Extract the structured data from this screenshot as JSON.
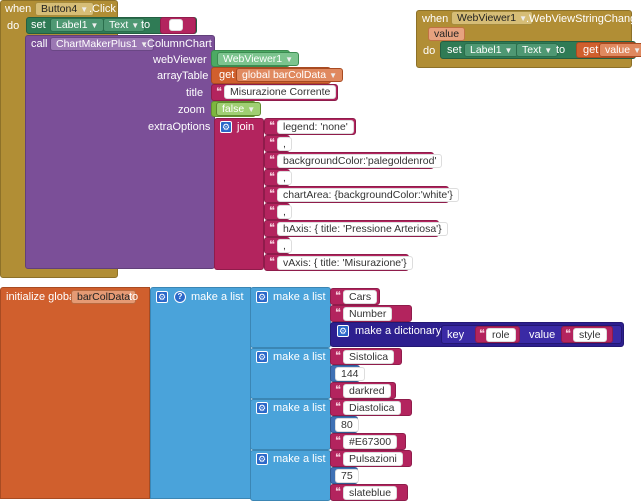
{
  "event_click": {
    "when": "when",
    "component": "Button4",
    "event": ".Click",
    "do": "do",
    "set": "set",
    "label_comp": "Label1",
    "property": "Text",
    "to": "to",
    "call": "call",
    "chart_comp": "ChartMakerPlus1",
    "method": ".ColumnChart",
    "params": {
      "webViewer_label": "webViewer",
      "webViewer_value": "WebViewer1",
      "arrayTable_label": "arrayTable",
      "get": "get",
      "arrayTable_value": "global barColData",
      "title_label": "title",
      "title_value": "Misurazione Corrente",
      "zoom_label": "zoom",
      "zoom_value": "false",
      "extraOptions_label": "extraOptions",
      "join": "join"
    },
    "join_items": [
      "legend: 'none'",
      ",",
      "backgroundColor:'palegoldenrod'",
      ",",
      "chartArea: {backgroundColor:'white'}",
      ",",
      "hAxis: { title: 'Pressione Arteriosa'}",
      ",",
      "vAxis: { title: 'Misurazione'}"
    ]
  },
  "event_webviewer": {
    "when": "when",
    "component": "WebViewer1",
    "event": ".WebViewStringChange",
    "param": "value",
    "do": "do",
    "set": "set",
    "label_comp": "Label1",
    "property": "Text",
    "to": "to",
    "get": "get",
    "get_value": "value"
  },
  "global_init": {
    "init_label": "initialize global",
    "var_name": "barColData",
    "to": "to",
    "make_list": "make a list",
    "header": {
      "cars": "Cars",
      "number": "Number",
      "make_dict": "make a dictionary",
      "key": "key",
      "key_value": "role",
      "value": "value",
      "value_value": "style"
    },
    "rows": [
      {
        "name": "Sistolica",
        "num": "144",
        "color": "darkred"
      },
      {
        "name": "Diastolica",
        "num": "80",
        "color": "#E67300"
      },
      {
        "name": "Pulsazioni",
        "num": "75",
        "color": "slateblue"
      }
    ]
  }
}
